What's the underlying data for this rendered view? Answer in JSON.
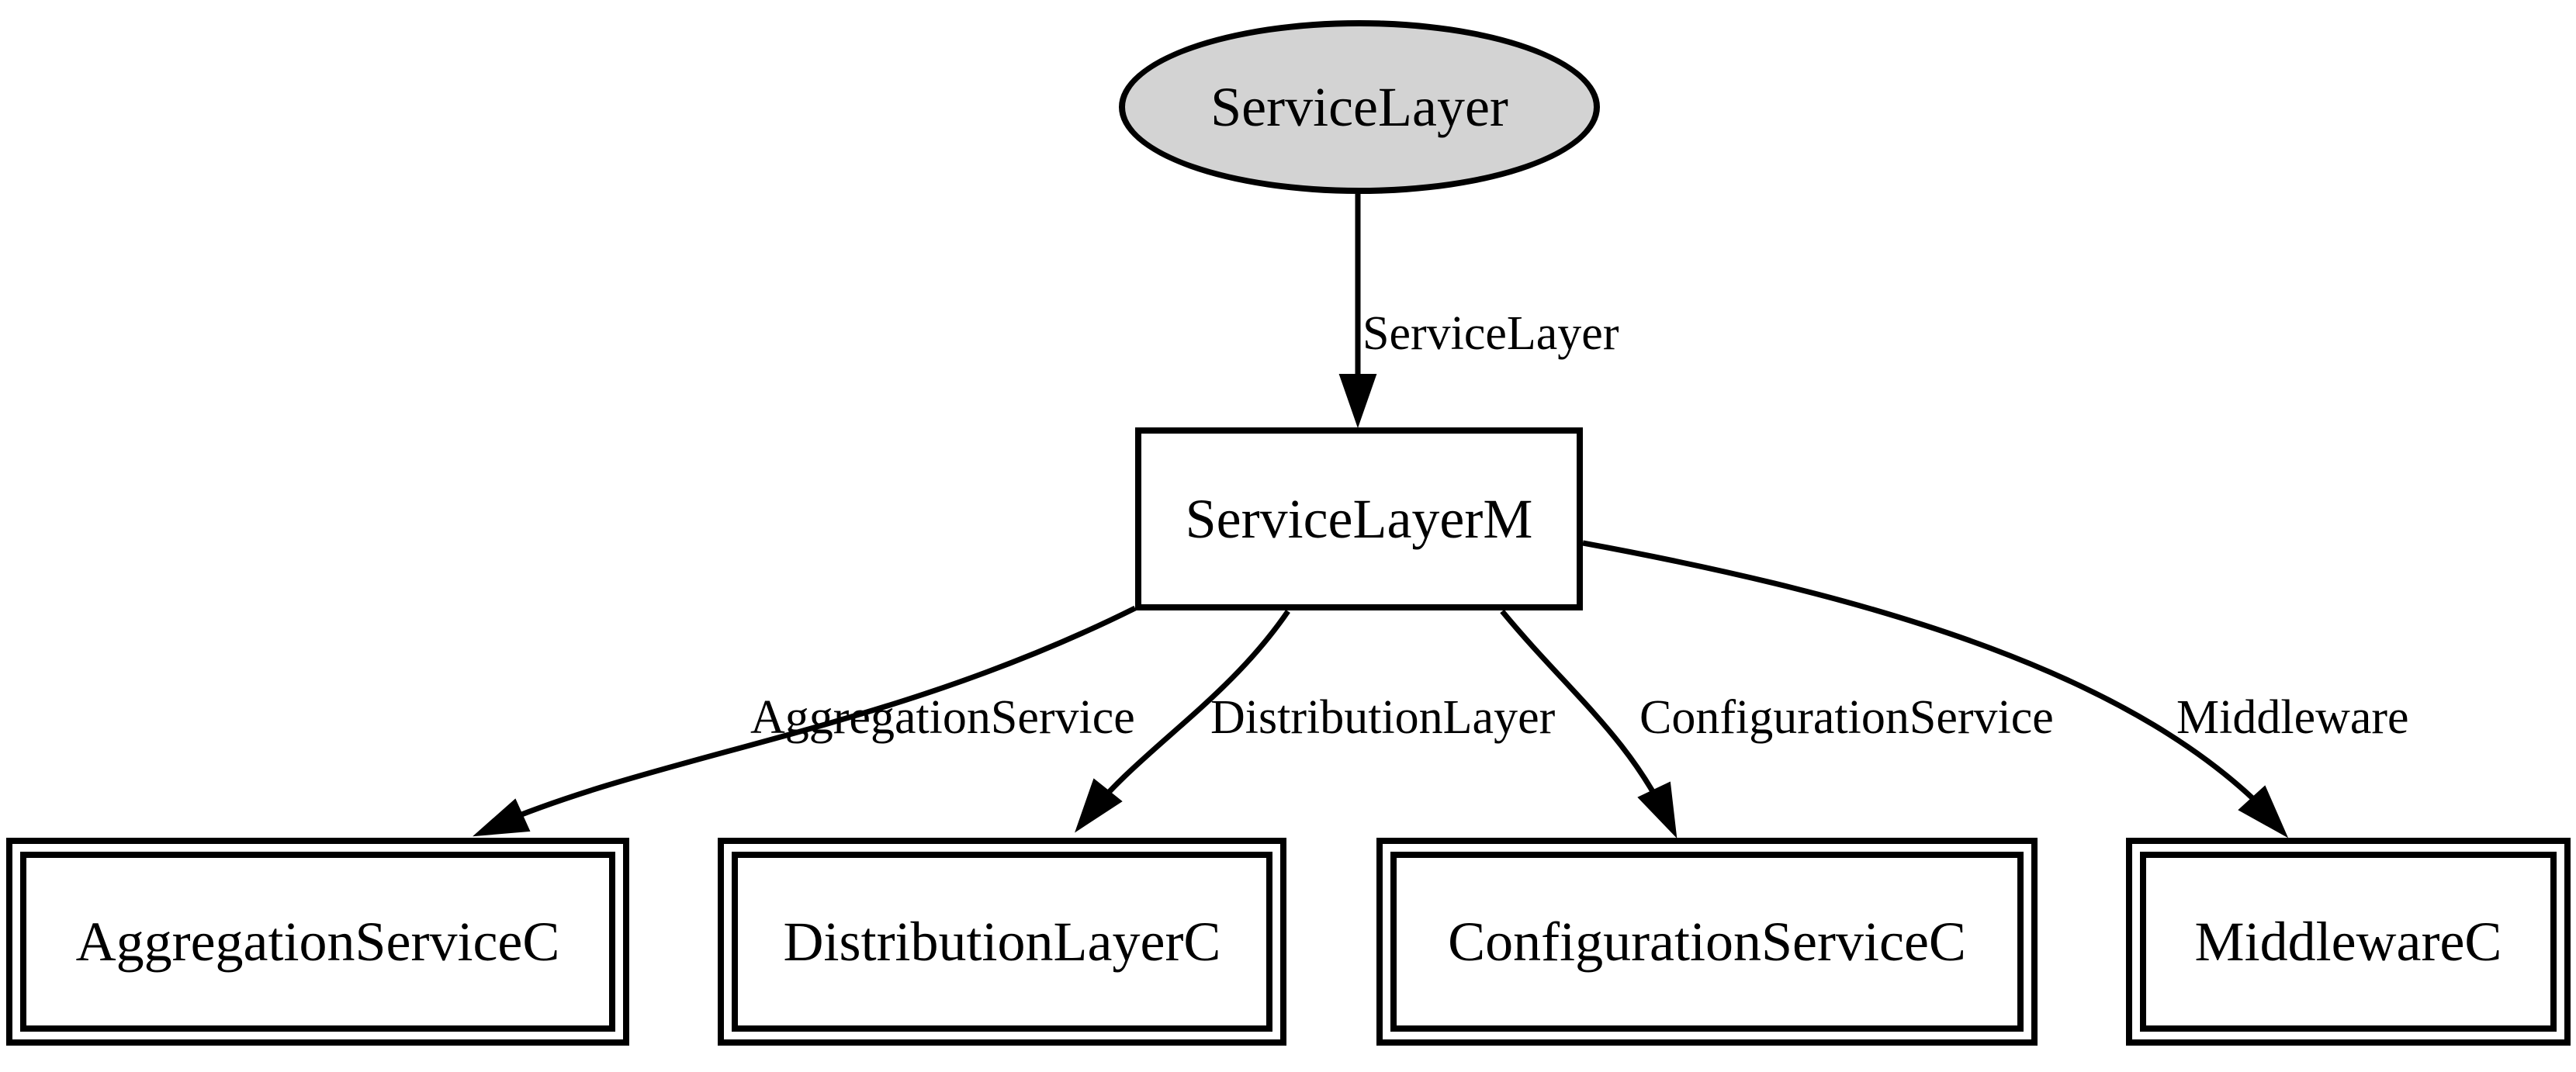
{
  "diagram": {
    "type": "directed-graph",
    "colors": {
      "background": "#ffffff",
      "line": "#000000",
      "text": "#000000",
      "ellipse_fill": "#d3d3d3",
      "box_fill": "#ffffff"
    },
    "nodes": {
      "service_layer": {
        "label": "ServiceLayer",
        "shape": "ellipse"
      },
      "service_layer_m": {
        "label": "ServiceLayerM",
        "shape": "box"
      },
      "aggregation_service_c": {
        "label": "AggregationServiceC",
        "shape": "double-box"
      },
      "distribution_layer_c": {
        "label": "DistributionLayerC",
        "shape": "double-box"
      },
      "configuration_service_c": {
        "label": "ConfigurationServiceC",
        "shape": "double-box"
      },
      "middleware_c": {
        "label": "MiddlewareC",
        "shape": "double-box"
      }
    },
    "edges": [
      {
        "from": "ServiceLayer",
        "to": "ServiceLayerM",
        "label": "ServiceLayer"
      },
      {
        "from": "ServiceLayerM",
        "to": "AggregationServiceC",
        "label": "AggregationService"
      },
      {
        "from": "ServiceLayerM",
        "to": "DistributionLayerC",
        "label": "DistributionLayer"
      },
      {
        "from": "ServiceLayerM",
        "to": "ConfigurationServiceC",
        "label": "ConfigurationService"
      },
      {
        "from": "ServiceLayerM",
        "to": "MiddlewareC",
        "label": "Middleware"
      }
    ]
  }
}
